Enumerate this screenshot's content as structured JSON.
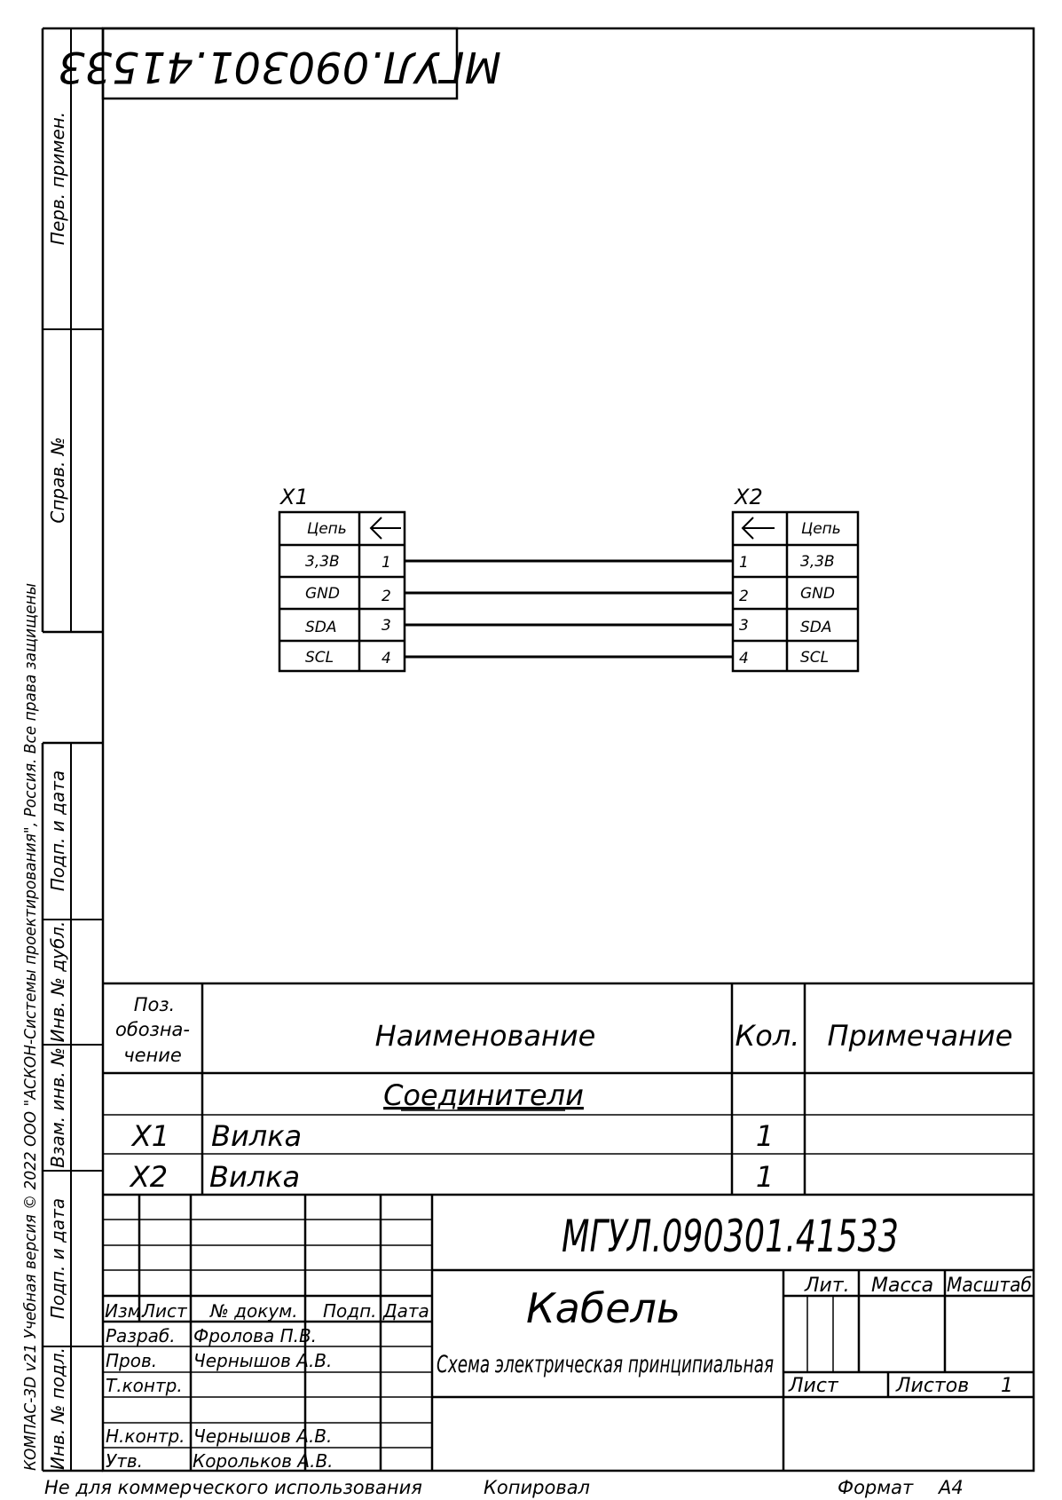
{
  "document": {
    "code": "МГУЛ.090301.41533",
    "code_rotated": "МГУЛ.090301.41533",
    "title": "Кабель",
    "subtitle": "Схема электрическая принципиальная"
  },
  "side_strip": {
    "perv_primen": "Перв. примен.",
    "sprav_no": "Справ. №",
    "podp_data_top": "Подп. и дата",
    "inv_dubl": "Инв. № дубл.",
    "vzam_inv": "Взам. инв. №",
    "podp_data_bottom": "Подп. и дата",
    "inv_podl": "Инв. № подл."
  },
  "copyright": "КОМПАС-3D v21 Учебная версия © 2022 ООО \"АСКОН-Системы проектирования\", Россия. Все права защищены",
  "schematic": {
    "connectors": [
      {
        "ref": "X1",
        "header": "Цепь",
        "pins": [
          {
            "signal": "3,3В",
            "num": "1"
          },
          {
            "signal": "GND",
            "num": "2"
          },
          {
            "signal": "SDA",
            "num": "3"
          },
          {
            "signal": "SCL",
            "num": "4"
          }
        ]
      },
      {
        "ref": "X2",
        "header": "Цепь",
        "pins": [
          {
            "signal": "3,3В",
            "num": "1"
          },
          {
            "signal": "GND",
            "num": "2"
          },
          {
            "signal": "SDA",
            "num": "3"
          },
          {
            "signal": "SCL",
            "num": "4"
          }
        ]
      }
    ]
  },
  "elements_list": {
    "headers": {
      "pos_line1": "Поз.",
      "pos_line2": "обозна-",
      "pos_line3": "чение",
      "name": "Наименование",
      "qty": "Кол.",
      "note": "Примечание"
    },
    "group": "Соединители",
    "rows": [
      {
        "pos": "X1",
        "name": "Вилка",
        "qty": "1",
        "note": ""
      },
      {
        "pos": "X2",
        "name": "Вилка",
        "qty": "1",
        "note": ""
      }
    ]
  },
  "title_block": {
    "col_izm": "Изм.",
    "col_list": "Лист",
    "col_doc": "№ докум.",
    "col_podp": "Подп.",
    "col_date": "Дата",
    "razrab_label": "Разраб.",
    "razrab_name": "Фролова П.В.",
    "prov_label": "Пров.",
    "prov_name": "Чернышов А.В.",
    "tkontr_label": "Т.контр.",
    "nkontr_label": "Н.контр.",
    "nkontr_name": "Чернышов А.В.",
    "utv_label": "Утв.",
    "utv_name": "Корольков А.В.",
    "lit": "Лит.",
    "massa": "Масса",
    "masshtab": "Масштаб",
    "list_label": "Лист",
    "listov_label": "Листов",
    "listov_value": "1"
  },
  "footer": {
    "not_commercial": "Не для коммерческого использования",
    "copied": "Копировал",
    "format_label": "Формат",
    "format_value": "А4"
  }
}
